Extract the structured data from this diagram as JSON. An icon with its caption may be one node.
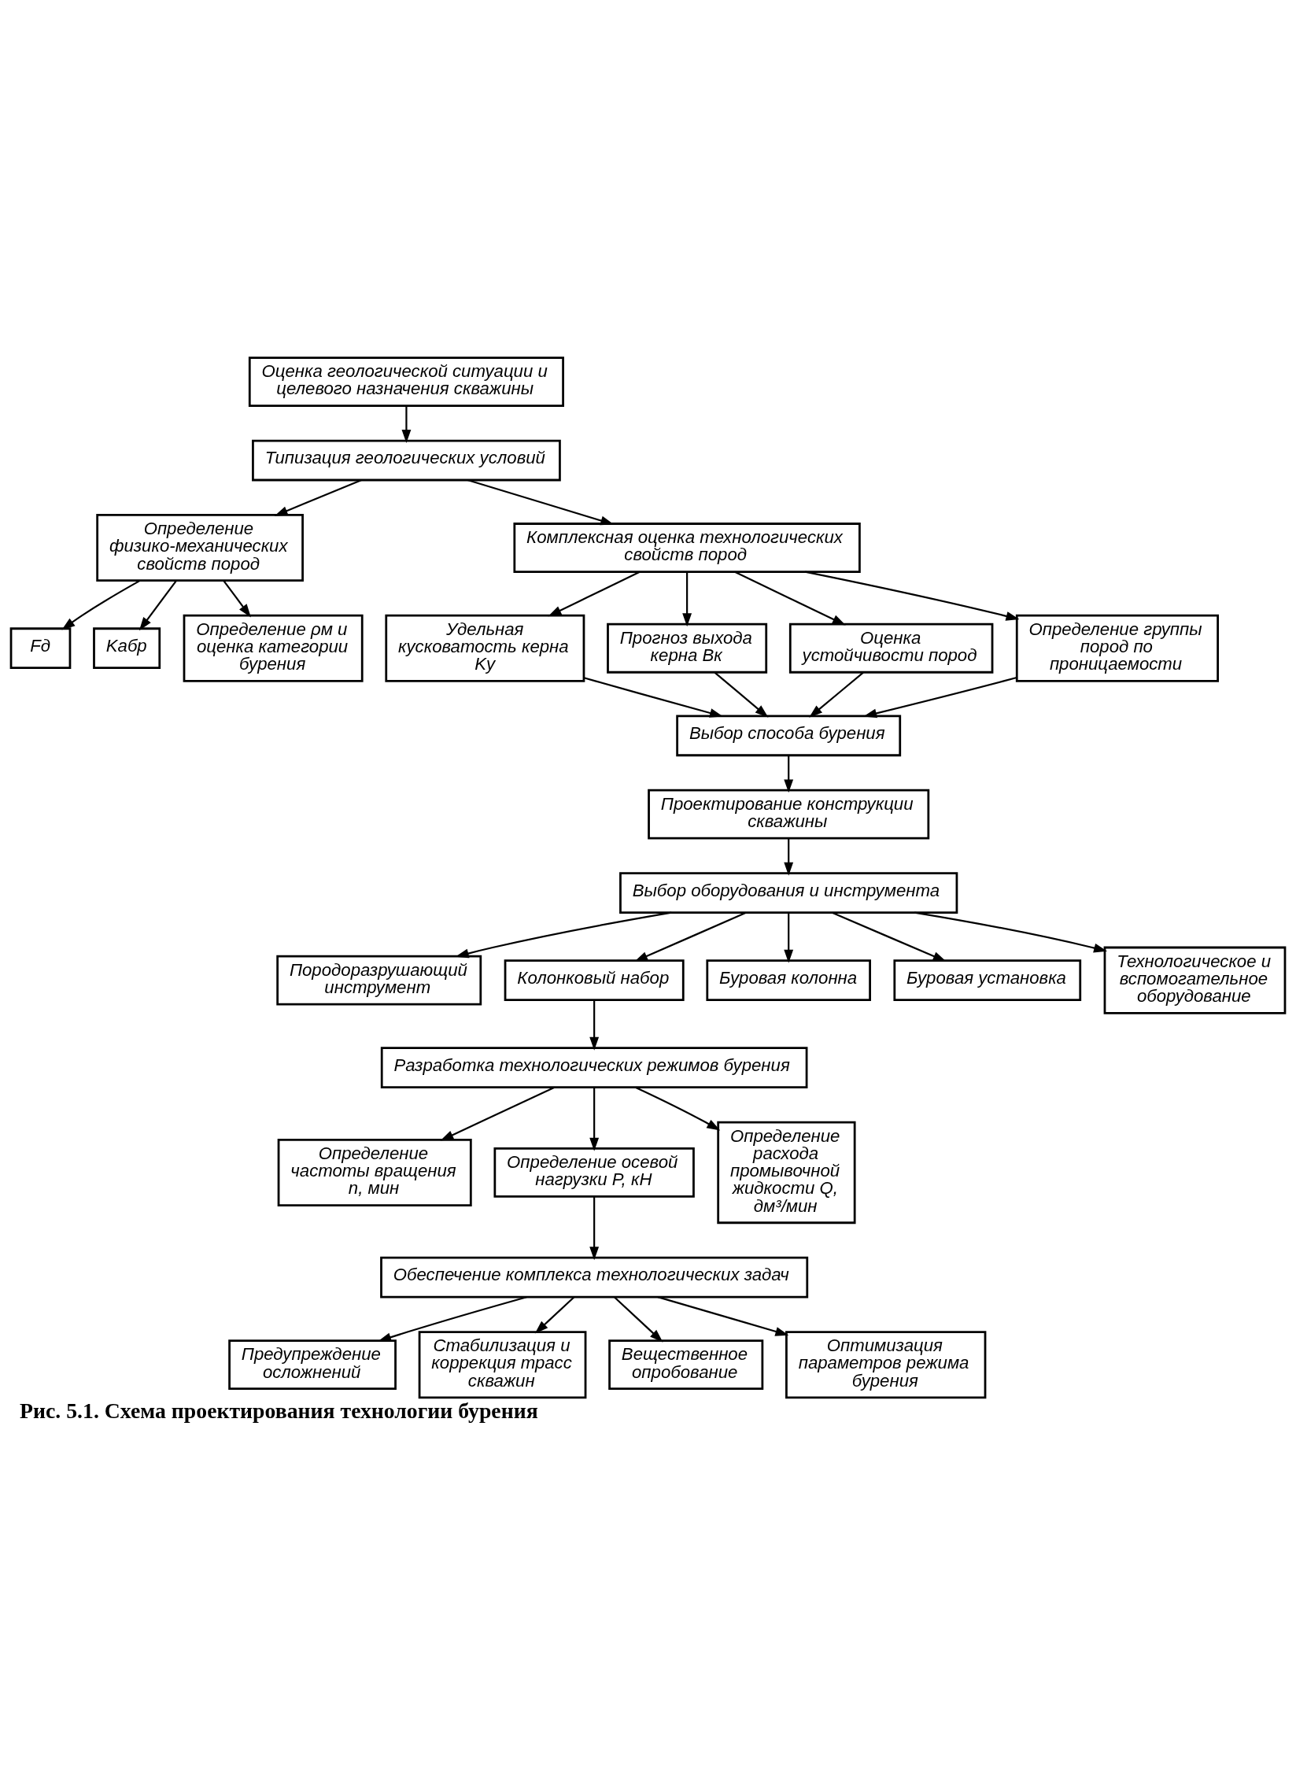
{
  "diagram": {
    "caption": "Рис. 5.1. Схема проектирования технологии бурения",
    "nodes": [
      {
        "text": [
          "Оценка геологической ситуации и целевого назначения скважины"
        ]
      },
      {
        "text": [
          "Типизация геологических условий"
        ]
      },
      {
        "text": [
          "Определение физико-механических свойств пород"
        ]
      },
      {
        "text": [
          "Комплексная оценка технологических свойств пород"
        ]
      },
      {
        "text": [
          "Fд"
        ]
      },
      {
        "text": [
          "Kабр"
        ]
      },
      {
        "text": [
          "Определение ρм и оценка категории бурения"
        ]
      },
      {
        "text": [
          "Удельная кусковатость керна Kу"
        ]
      },
      {
        "text": [
          "Прогноз выхода керна Bк"
        ]
      },
      {
        "text": [
          "Оценка устойчивости пород"
        ]
      },
      {
        "text": [
          "Определение группы пород по проницаемости"
        ]
      },
      {
        "text": [
          "Выбор способа бурения"
        ]
      },
      {
        "text": [
          "Проектирование конструкции скважины"
        ]
      },
      {
        "text": [
          "Выбор оборудования и инструмента"
        ]
      },
      {
        "text": [
          "Породоразрушающий инструмент"
        ]
      },
      {
        "text": [
          "Колонковый набор"
        ]
      },
      {
        "text": [
          "Буровая колонна"
        ]
      },
      {
        "text": [
          "Буровая установка"
        ]
      },
      {
        "text": [
          "Технологическое и вспомогательное оборудование"
        ]
      },
      {
        "text": [
          "Разработка технологических режимов бурения"
        ]
      },
      {
        "text": [
          "Определение частоты вращения n, мин"
        ]
      },
      {
        "text": [
          "Определение осевой нагрузки P, кН"
        ]
      },
      {
        "text": [
          "Определение расхода промывочной жидкости Q, дм³/мин"
        ]
      },
      {
        "text": [
          "Обеспечение комплекса технологических задач"
        ]
      },
      {
        "text": [
          "Предупреждение осложнений"
        ]
      },
      {
        "text": [
          "Стабилизация и коррекция трасс скважин"
        ]
      },
      {
        "text": [
          "Вещественное опробование"
        ]
      },
      {
        "text": [
          "Оптимизация параметров режима бурения"
        ]
      }
    ],
    "edges": [
      {
        "from": 0,
        "to": 1,
        "arrow": "to"
      },
      {
        "from": 1,
        "to": 2,
        "arrow": "to"
      },
      {
        "from": 1,
        "to": 3,
        "arrow": "to"
      },
      {
        "from": 2,
        "to": 4,
        "arrow": "to"
      },
      {
        "from": 2,
        "to": 5,
        "arrow": "to"
      },
      {
        "from": 2,
        "to": 6,
        "arrow": "to"
      },
      {
        "from": 3,
        "to": 7,
        "arrow": "to"
      },
      {
        "from": 3,
        "to": 8,
        "arrow": "to"
      },
      {
        "from": 3,
        "to": 9,
        "arrow": "to"
      },
      {
        "from": 3,
        "to": 10,
        "arrow": "to"
      },
      {
        "from": 7,
        "to": 11,
        "arrow": "to"
      },
      {
        "from": 8,
        "to": 11,
        "arrow": "to"
      },
      {
        "from": 9,
        "to": 11,
        "arrow": "to"
      },
      {
        "from": 10,
        "to": 11,
        "arrow": "to"
      },
      {
        "from": 11,
        "to": 12,
        "arrow": "to"
      },
      {
        "from": 12,
        "to": 13,
        "arrow": "to"
      },
      {
        "from": 13,
        "to": 14,
        "arrow": "to"
      },
      {
        "from": 13,
        "to": 15,
        "arrow": "to"
      },
      {
        "from": 13,
        "to": 16,
        "arrow": "to"
      },
      {
        "from": 13,
        "to": 17,
        "arrow": "to"
      },
      {
        "from": 13,
        "to": 18,
        "arrow": "to"
      },
      {
        "from": 15,
        "to": 19,
        "arrow": "to"
      },
      {
        "from": 19,
        "to": 20,
        "arrow": "to"
      },
      {
        "from": 19,
        "to": 21,
        "arrow": "to"
      },
      {
        "from": 19,
        "to": 22,
        "arrow": "to"
      },
      {
        "from": 21,
        "to": 23,
        "arrow": "to"
      },
      {
        "from": 23,
        "to": 24,
        "arrow": "to"
      },
      {
        "from": 23,
        "to": 25,
        "arrow": "to"
      },
      {
        "from": 23,
        "to": 26,
        "arrow": "to"
      },
      {
        "from": 23,
        "to": 27,
        "arrow": "to"
      }
    ]
  }
}
